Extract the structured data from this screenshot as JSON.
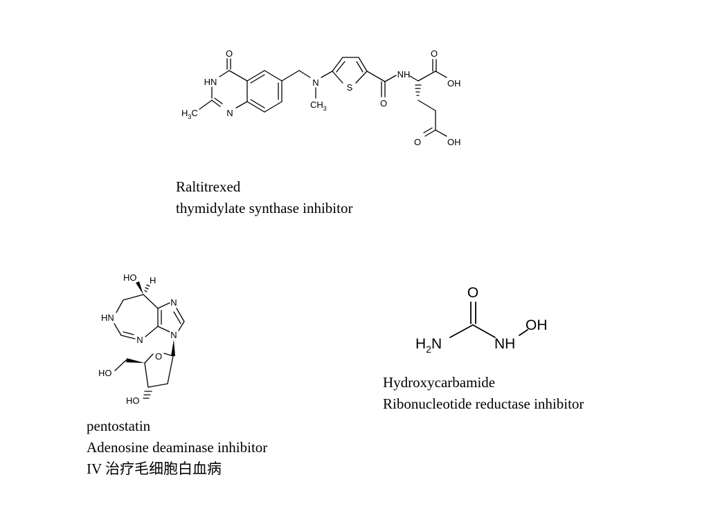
{
  "molecules": {
    "raltitrexed": {
      "atoms": {
        "O": "O",
        "HN": "HN",
        "H": "H",
        "C": "C",
        "N": "N",
        "S": "S",
        "NH": "NH",
        "OH": "OH",
        "sub3": "3"
      },
      "caption": {
        "name": "Raltitrexed",
        "activity": "thymidylate synthase inhibitor"
      }
    },
    "pentostatin": {
      "atoms": {
        "HO": "HO",
        "H": "H",
        "N": "N",
        "HN": "HN",
        "O": "O"
      },
      "caption": {
        "name": "pentostatin",
        "activity": "Adenosine deaminase inhibitor",
        "note": "IV 治疗毛细胞白血病"
      }
    },
    "hydroxycarbamide": {
      "atoms": {
        "O": "O",
        "OH": "OH",
        "H": "H",
        "N": "N",
        "NH": "NH",
        "sub2": "2"
      },
      "caption": {
        "name": "Hydroxycarbamide",
        "activity": "Ribonucleotide reductase inhibitor"
      }
    }
  }
}
